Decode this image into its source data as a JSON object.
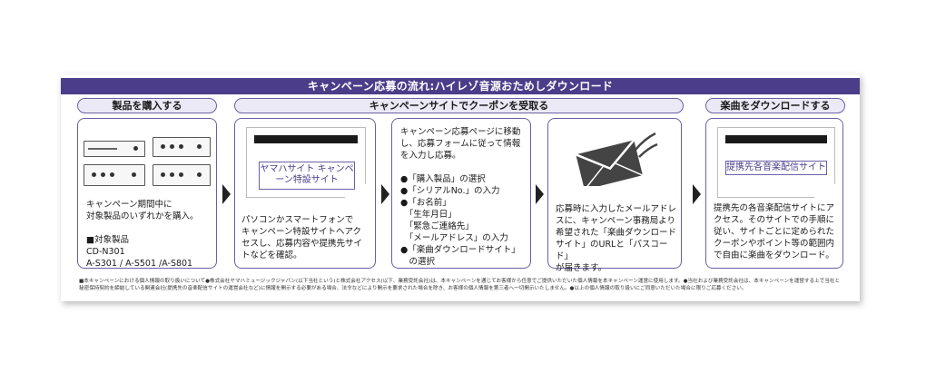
{
  "banner": "キャンペーン応募の流れ:ハイレゾ音源おためしダウンロード",
  "steps": {
    "buy_header": "製品を購入する",
    "coupon_header": "キャンペーンサイトでクーポンを受取る",
    "download_header": "楽曲をダウンロードする"
  },
  "box1": {
    "text": "キャンペーン期間中に\n対象製品のいずれかを購入。\n\n■対象製品\nCD-N301\nA-S301 / A-S501 /A-S801"
  },
  "box2": {
    "site_label": "ヤマハサイト\nキャンペーン特設サイト",
    "text": "パソコンかスマートフォンで\nキャンペーン特設サイトへアク\nセスし、応募内容や提携先サイ\nトなどを確認。"
  },
  "box3": {
    "text": "キャンペーン応募ページに移動\nし、応募フォームに従って情報\nを入力し応募。\n\n●「購入製品」の選択\n●「シリアルNo.」の入力\n●「お名前」\n　「生年月日」\n　「緊急ご連絡先」\n　「メールアドレス」の入力\n●「楽曲ダウンロードサイト」\n　の選択"
  },
  "box4": {
    "icon": "envelope-icon",
    "text": "応募時に入力したメールアドレ\nスに、キャンペーン事務局より\n希望された「楽曲ダウンロード\nサイト」のURLと「パスコード」\nが届きます。"
  },
  "box5": {
    "site_label": "提携先各音楽配信サイト",
    "text": "提携先の各音楽配信サイトにア\nクセス。そのサイトでの手順に\n従い、サイトごとに定められた\nクーポンやポイント等の範囲内\nで自由に楽曲をダウンロード。"
  },
  "footnote": "■本キャンペーンにおける個人情報の取り扱いについて●株式会社ヤマハミュージックジャパン(以下当社という)と株式会社アクセス(以下、業務受託会社)は、本キャンペーンを通じてお客様から任意でご提供いただいた個人情報を本キャンペーン運営に使用します。●当社および業務受託会社は、本キャンペーンを運営する上で当社と秘密保持契約を締結している関連会社(提携先の音楽配信サイトの運営会社など)に情報を開示する必要がある場合、法令などにより開示を要求された場合を除き、お客様の個人情報を第三者へ一切開示いたしません。●以上の個人情報の取り扱いにご同意いただいた場合に限りご応募ください。"
}
